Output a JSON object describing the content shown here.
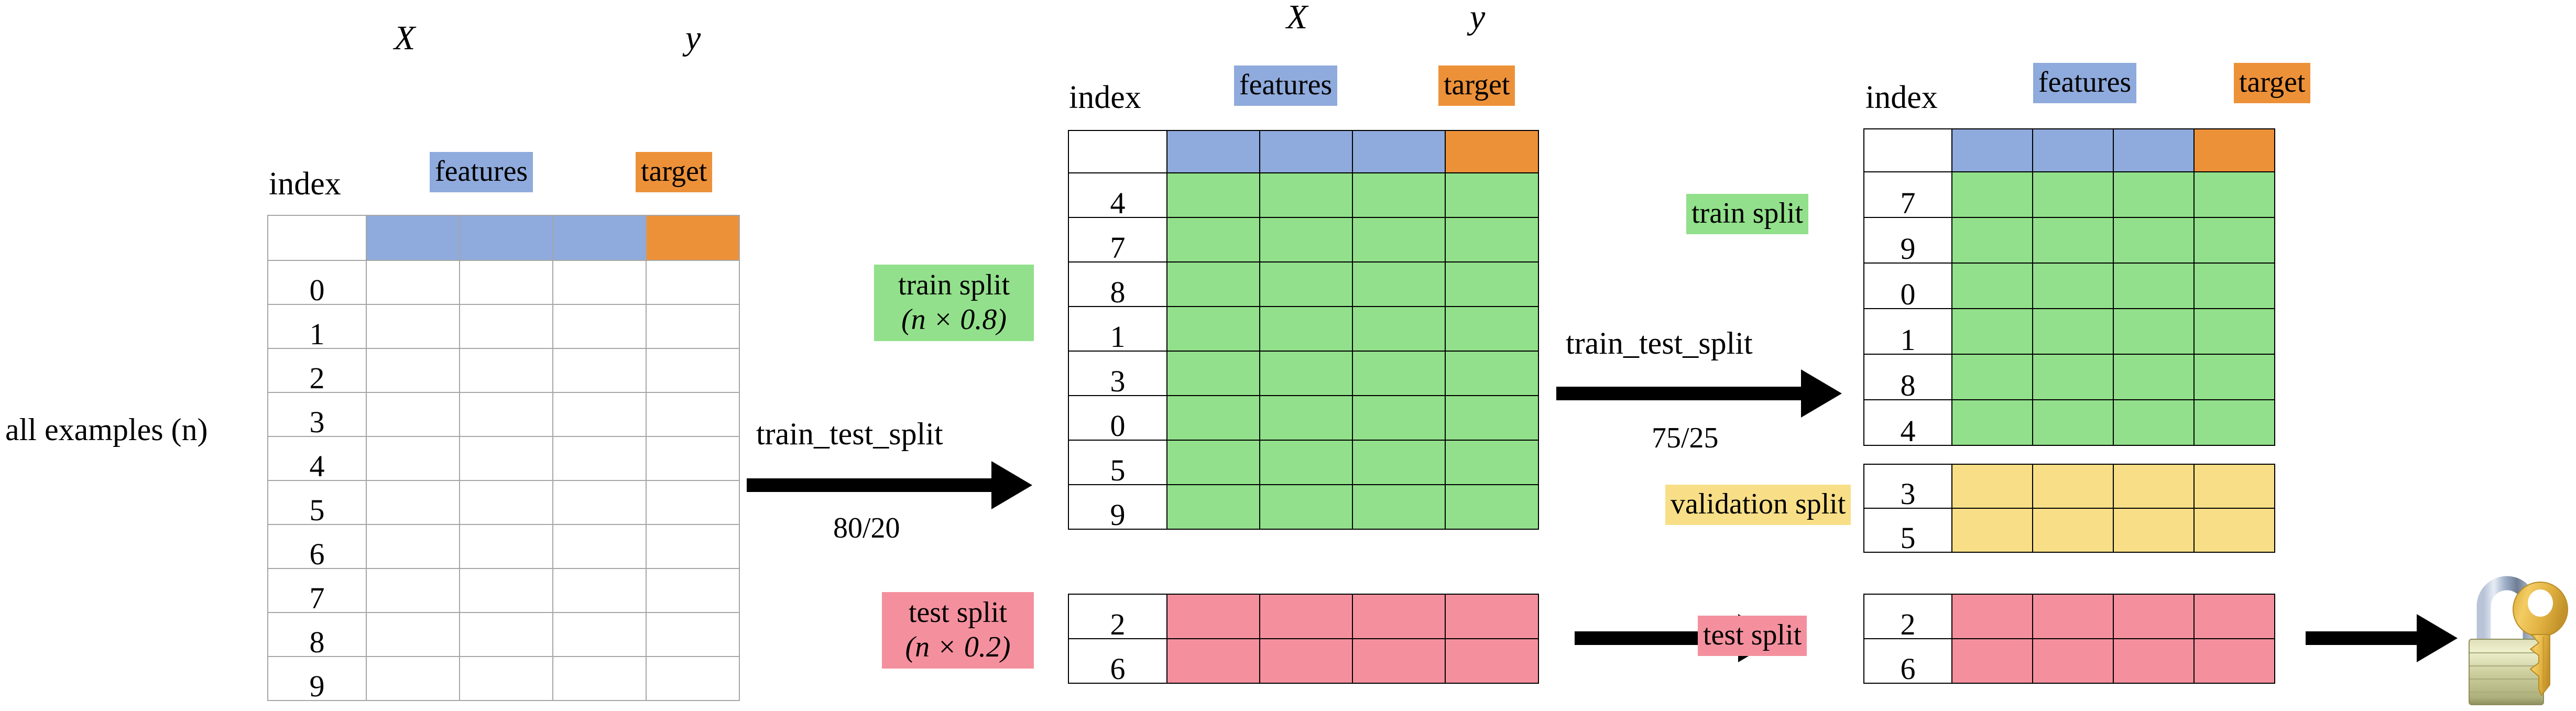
{
  "diagram": {
    "title": "train_test_split data partitioning diagram",
    "colors": {
      "features": "#8faadc",
      "target": "#ed9139",
      "train": "#92e08b",
      "validation": "#f8df87",
      "test": "#f4909e",
      "grid_light": "#a6a6a6",
      "grid_dark": "#000000"
    }
  },
  "labels": {
    "X": "X",
    "y": "y",
    "index": "index",
    "features": "features",
    "target": "target",
    "all_examples": "all examples (n)",
    "train_split": "train split",
    "train_split_count": "(n × 0.8)",
    "test_split": "test split",
    "test_split_count": "(n × 0.2)",
    "validation_split": "validation split",
    "train_split_right": "train split",
    "test_split_right": "test split",
    "fn_name": "train_test_split",
    "ratio_80_20": "80/20",
    "ratio_75_25": "75/25"
  },
  "tables": {
    "all_examples": {
      "name": "all examples",
      "index_header": "index",
      "column_groups": [
        "features",
        "features",
        "features",
        "target"
      ],
      "n_feature_cols": 3,
      "n_target_cols": 1,
      "rows": [
        "0",
        "1",
        "2",
        "3",
        "4",
        "5",
        "6",
        "7",
        "8",
        "9"
      ],
      "fill": "white"
    },
    "train_80": {
      "name": "train split (80%)",
      "index_header": "index",
      "rows": [
        "4",
        "7",
        "8",
        "1",
        "3",
        "0",
        "5",
        "9"
      ],
      "fill": "train"
    },
    "test_20": {
      "name": "test split (20%)",
      "rows": [
        "2",
        "6"
      ],
      "fill": "test"
    },
    "train_75": {
      "name": "train split (75% of train)",
      "index_header": "index",
      "rows": [
        "7",
        "9",
        "0",
        "1",
        "8",
        "4"
      ],
      "fill": "train"
    },
    "validation_25": {
      "name": "validation split (25% of train)",
      "rows": [
        "3",
        "5"
      ],
      "fill": "validation"
    },
    "test_final": {
      "name": "test split held out",
      "rows": [
        "2",
        "6"
      ],
      "fill": "test"
    }
  },
  "icons": {
    "lock": "padlock-with-key-icon",
    "arrow": "right-arrow-icon"
  }
}
